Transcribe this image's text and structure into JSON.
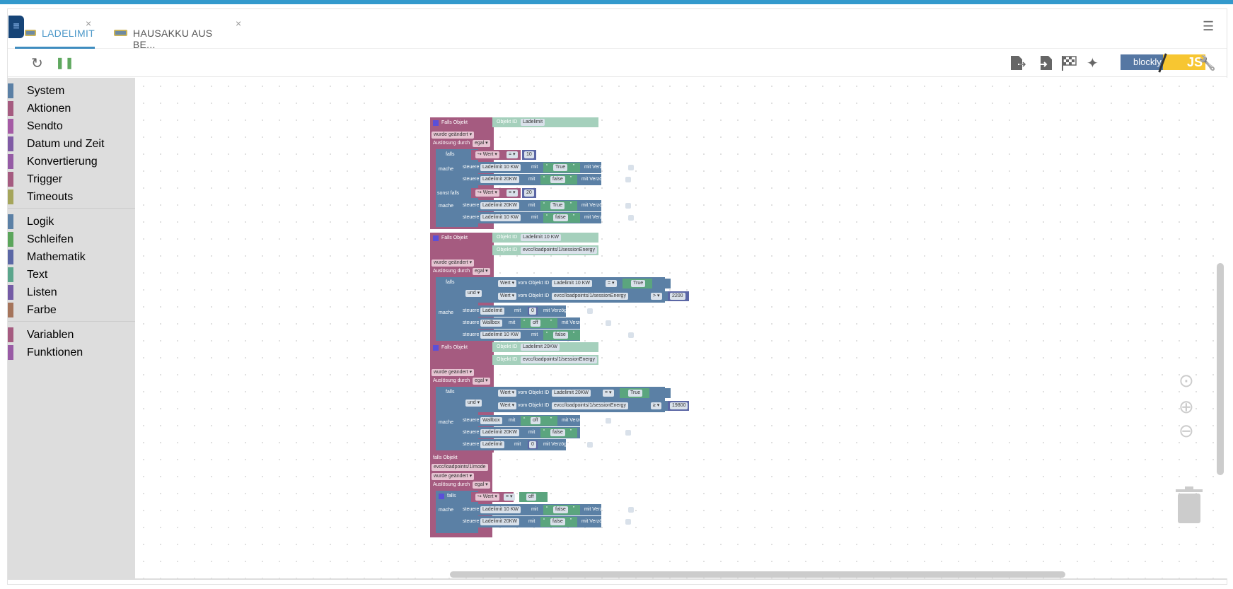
{
  "tabs": [
    {
      "label": "LADELIMIT",
      "active": true,
      "close": "×"
    },
    {
      "label": "HAUSAKKU AUS BE...",
      "active": false,
      "close": "×"
    }
  ],
  "toolbar": {
    "reload_icon": "↻",
    "pause_icon": "❚❚",
    "export_icon": "export-file",
    "import_icon": "import-file",
    "flag_icon": "checkered-flag",
    "sparkle_icon": "✦",
    "logo_left": "blockly",
    "logo_right": "JS",
    "wrench_icon": "🔧"
  },
  "sidebar": {
    "groups": [
      [
        {
          "label": "System",
          "color": "#5b80a5"
        },
        {
          "label": "Aktionen",
          "color": "#a55b80"
        },
        {
          "label": "Sendto",
          "color": "#a55ba5"
        },
        {
          "label": "Datum und Zeit",
          "color": "#805ba5"
        },
        {
          "label": "Konvertierung",
          "color": "#955ba5"
        },
        {
          "label": "Trigger",
          "color": "#a55b80"
        },
        {
          "label": "Timeouts",
          "color": "#a5a55b"
        }
      ],
      [
        {
          "label": "Logik",
          "color": "#5b80a5"
        },
        {
          "label": "Schleifen",
          "color": "#5ba55b"
        },
        {
          "label": "Mathematik",
          "color": "#5b67a5"
        },
        {
          "label": "Text",
          "color": "#5ba58c"
        },
        {
          "label": "Listen",
          "color": "#745ba5"
        },
        {
          "label": "Farbe",
          "color": "#a5745b"
        }
      ],
      [
        {
          "label": "Variablen",
          "color": "#a55b80"
        },
        {
          "label": "Funktionen",
          "color": "#995ba5"
        }
      ]
    ]
  },
  "blocks": {
    "trigger_label": "Falls Objekt",
    "trigger_label_lower": "falls Objekt",
    "object_id_label": "Objekt ID",
    "changed": "wurde geändert",
    "triggered_by": "Auslösung durch",
    "any": "egal",
    "if": "falls",
    "do": "mache",
    "else_if": "sonst falls",
    "and": "und",
    "set": "steuere",
    "with": "mit",
    "delay": "mit Verzögerung",
    "value": "Wert",
    "of_object": "vom Objekt ID",
    "b1": {
      "obj": "Ladelimit",
      "cond1": {
        "op": "=",
        "val": "10"
      },
      "do1": [
        {
          "target": "Ladelimit 10 KW",
          "value": "True"
        },
        {
          "target": "Ladelimit 20KW",
          "value": "false"
        }
      ],
      "cond2": {
        "op": "=",
        "val": "20"
      },
      "do2": [
        {
          "target": "Ladelimit 20KW",
          "value": "True"
        },
        {
          "target": "Ladelimit 10 KW",
          "value": "false"
        }
      ]
    },
    "b2": {
      "obj1": "Ladelimit 10 KW",
      "obj2": "evcc/loadpoints/1/sessionEnergy",
      "c1": {
        "obj": "Ladelimit 10 KW",
        "op": "=",
        "val": "True"
      },
      "c2": {
        "obj": "evcc/loadpoints/1/sessionEnergy",
        "op": ">",
        "val": "2200"
      },
      "do": [
        {
          "target": "Ladelimit",
          "value": "0",
          "type": "num"
        },
        {
          "target": "Wallbox",
          "value": "off",
          "type": "text"
        },
        {
          "target": "Ladelimit 10 KW",
          "value": "false",
          "type": "text"
        }
      ]
    },
    "b3": {
      "obj1": "Ladelimit 20KW",
      "obj2": "evcc/loadpoints/1/sessionEnergy",
      "c1": {
        "obj": "Ladelimit 20KW",
        "op": "=",
        "val": "True"
      },
      "c2": {
        "obj": "evcc/loadpoints/1/sessionEnergy",
        "op": "≥",
        "val": "19800"
      },
      "do": [
        {
          "target": "Wallbox",
          "value": "off",
          "type": "text"
        },
        {
          "target": "Ladelimit 20KW",
          "value": "false",
          "type": "text"
        },
        {
          "target": "Ladelimit",
          "value": "0",
          "type": "num"
        }
      ]
    },
    "b4": {
      "obj": "evcc/loadpoints/1/mode",
      "cond": {
        "op": "=",
        "val": "off"
      },
      "do": [
        {
          "target": "Ladelimit 10 KW",
          "value": "false"
        },
        {
          "target": "Ladelimit 20KW",
          "value": "false"
        }
      ]
    }
  }
}
